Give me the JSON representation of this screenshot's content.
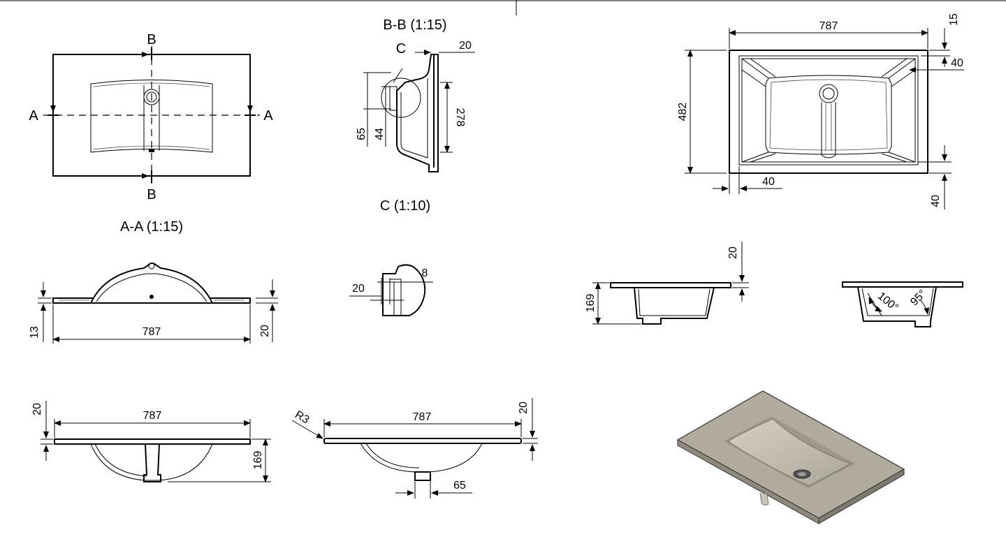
{
  "section_labels": {
    "b_top": "B",
    "b_bottom": "B",
    "a_left": "A",
    "a_right": "A",
    "c_callout": "C"
  },
  "view_titles": {
    "bb": "B-B (1:15)",
    "c": "C (1:10)",
    "aa": "A-A (1:15)"
  },
  "dimensions": {
    "bb_20": "20",
    "bb_278": "278",
    "bb_65": "65",
    "bb_44": "44",
    "top_787": "787",
    "top_15": "15",
    "top_40_right": "40",
    "top_482": "482",
    "top_40_bottom": "40",
    "top_40_vertical": "40",
    "aa_787": "787",
    "aa_13": "13",
    "aa_20": "20",
    "c_20": "20",
    "c_8": "8",
    "side_20": "20",
    "side_169": "169",
    "angle_100": "100°",
    "angle_95": "95°",
    "front_787": "787",
    "front_20": "20",
    "front_169": "169",
    "back_r3": "R3",
    "back_787": "787",
    "back_20": "20",
    "back_65": "65"
  },
  "colors": {
    "line": "#000000",
    "render_surface": "#b0ab9c",
    "render_edge": "#8f8a7d",
    "render_basin": "#c8c3b5"
  }
}
